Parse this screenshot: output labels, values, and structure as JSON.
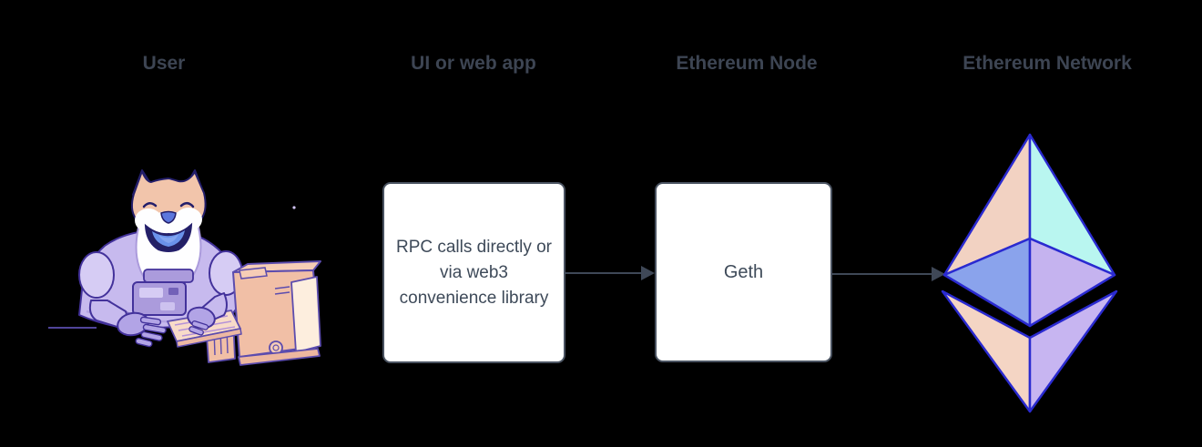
{
  "diagram": {
    "title": "User to Ethereum Network flow",
    "columns": [
      {
        "id": "user",
        "label": "User"
      },
      {
        "id": "ui",
        "label": "UI or web app"
      },
      {
        "id": "node",
        "label": "Ethereum Node"
      },
      {
        "id": "network",
        "label": "Ethereum Network"
      }
    ],
    "nodes": [
      {
        "id": "webapp-box",
        "text": "RPC calls directly or via web3 convenience library"
      },
      {
        "id": "geth-box",
        "text": "Geth"
      }
    ],
    "edges": [
      {
        "from": "webapp-box",
        "to": "geth-box",
        "style": "solid-arrow"
      },
      {
        "from": "geth-box",
        "to": "ethereum-network",
        "style": "solid-arrow"
      }
    ],
    "icons": {
      "user": "doge-astronaut-at-computer-illustration",
      "network": "ethereum-diamond-logo"
    }
  },
  "colors": {
    "canvas_bg": "#000000",
    "heading_text": "#3d4553",
    "box_bg": "#ffffff",
    "box_border": "#4a5361",
    "box_text": "#3e4a59",
    "arrow": "#3f4857",
    "eth_outline": "#2a2ad0",
    "eth_top_left": "#f2d2c2",
    "eth_top_right": "#b9f6f0",
    "eth_mid_left": "#8aa3ec",
    "eth_mid_right": "#c5b3ef",
    "eth_bottom_left": "#f4d5c4",
    "eth_bottom_right": "#c7b5f1",
    "fur": "#f2c5ab",
    "face_white": "#fefeff",
    "eye_ink": "#241f6b",
    "nose_blue": "#5c77dd",
    "mouth_dark": "#232064",
    "tongue": "#6a92ea",
    "tongue_light": "#8cabf2",
    "suit": "#c7baee",
    "suit_light": "#d6ccf4",
    "suit_mid": "#ab9bdc",
    "suit_outline": "#43329b",
    "glove": "#b2a4e6",
    "computer_body": "#f1bfa6",
    "computer_top": "#f6cdb6",
    "computer_front": "#fdeede",
    "computer_base": "#edb79f",
    "computer_outline": "#5c4cae",
    "keyboard": "#f8dbc9",
    "keyboard_front": "#ecb8a2",
    "key_line": "#b592d8",
    "desk_line": "#6a5ace",
    "sparkle": "#cfc2f2"
  }
}
